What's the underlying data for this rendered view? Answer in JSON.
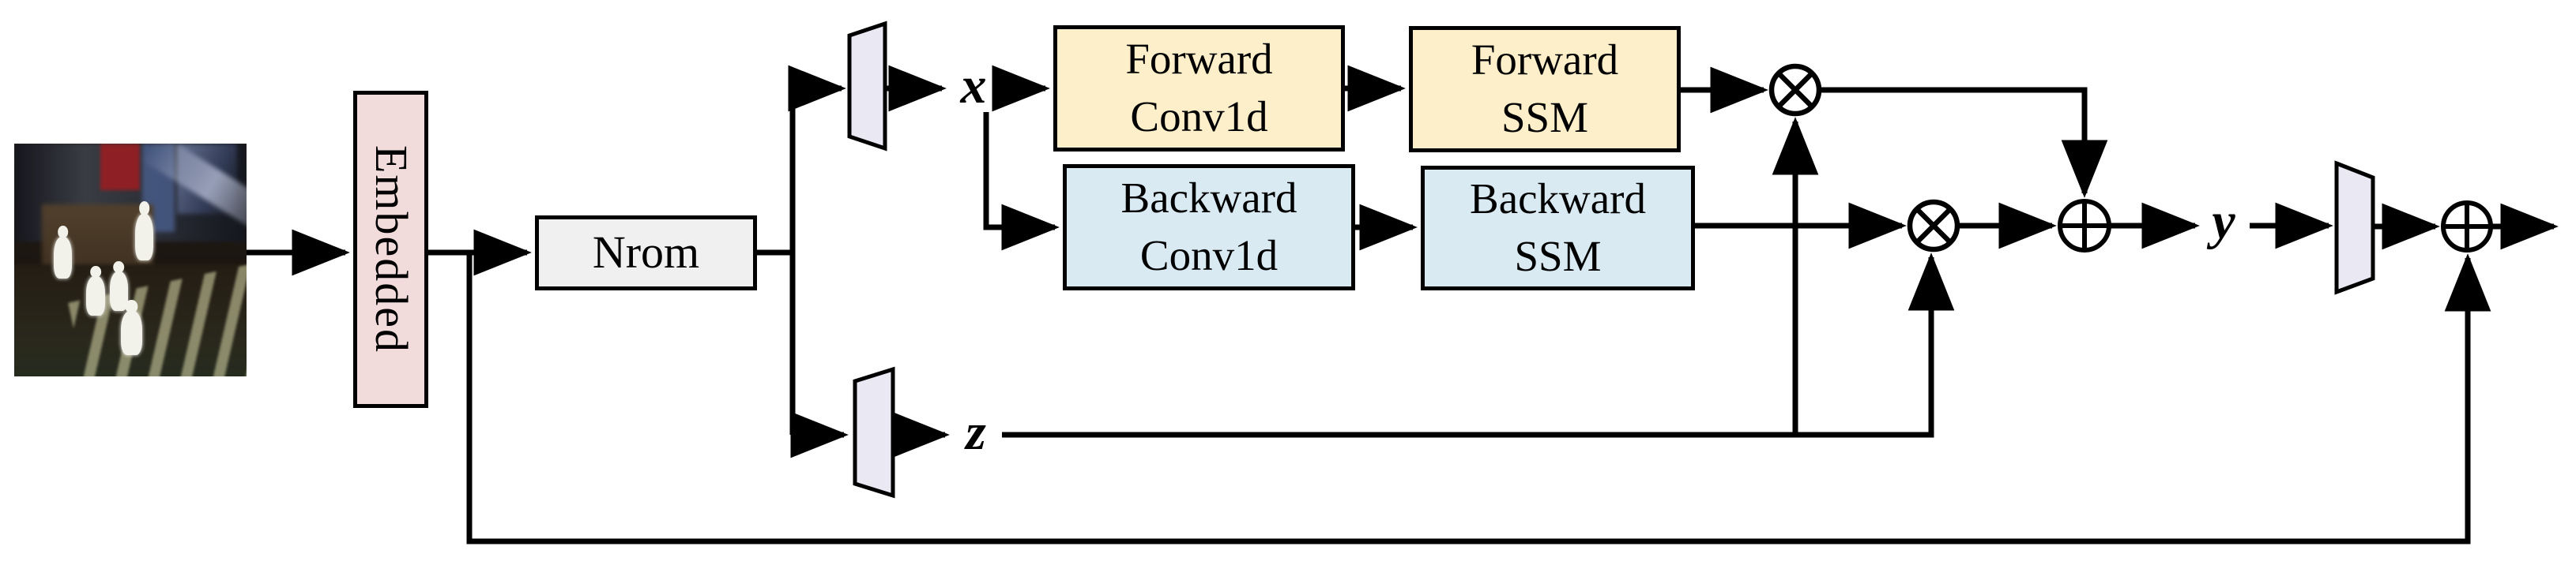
{
  "figure": {
    "description": "Bidirectional Mamba (SSM) block architecture diagram",
    "input_image_alt": "Dark night-time street photo with white pedestrian figures crossing a crosswalk",
    "blocks": {
      "embedded": {
        "label": "Embedded"
      },
      "norm": {
        "label": "Nrom"
      },
      "forward_conv": {
        "line1": "Forward",
        "line2": "Conv1d"
      },
      "forward_ssm": {
        "line1": "Forward",
        "line2": "SSM"
      },
      "backward_conv": {
        "line1": "Backward",
        "line2": "Conv1d"
      },
      "backward_ssm": {
        "line1": "Backward",
        "line2": "SSM"
      }
    },
    "signal_labels": {
      "x": "x",
      "z": "z",
      "y": "y"
    },
    "operator_symbols": {
      "multiply": "⊗",
      "add": "⊕"
    },
    "colors": {
      "embedded_fill": "#f2dcdb",
      "norm_fill": "#f0f0f0",
      "forward_fill": "#fcefc9",
      "backward_fill": "#d9eaf3",
      "projection_fill": "#eae8f2",
      "line": "#000000",
      "background": "#ffffff"
    }
  }
}
